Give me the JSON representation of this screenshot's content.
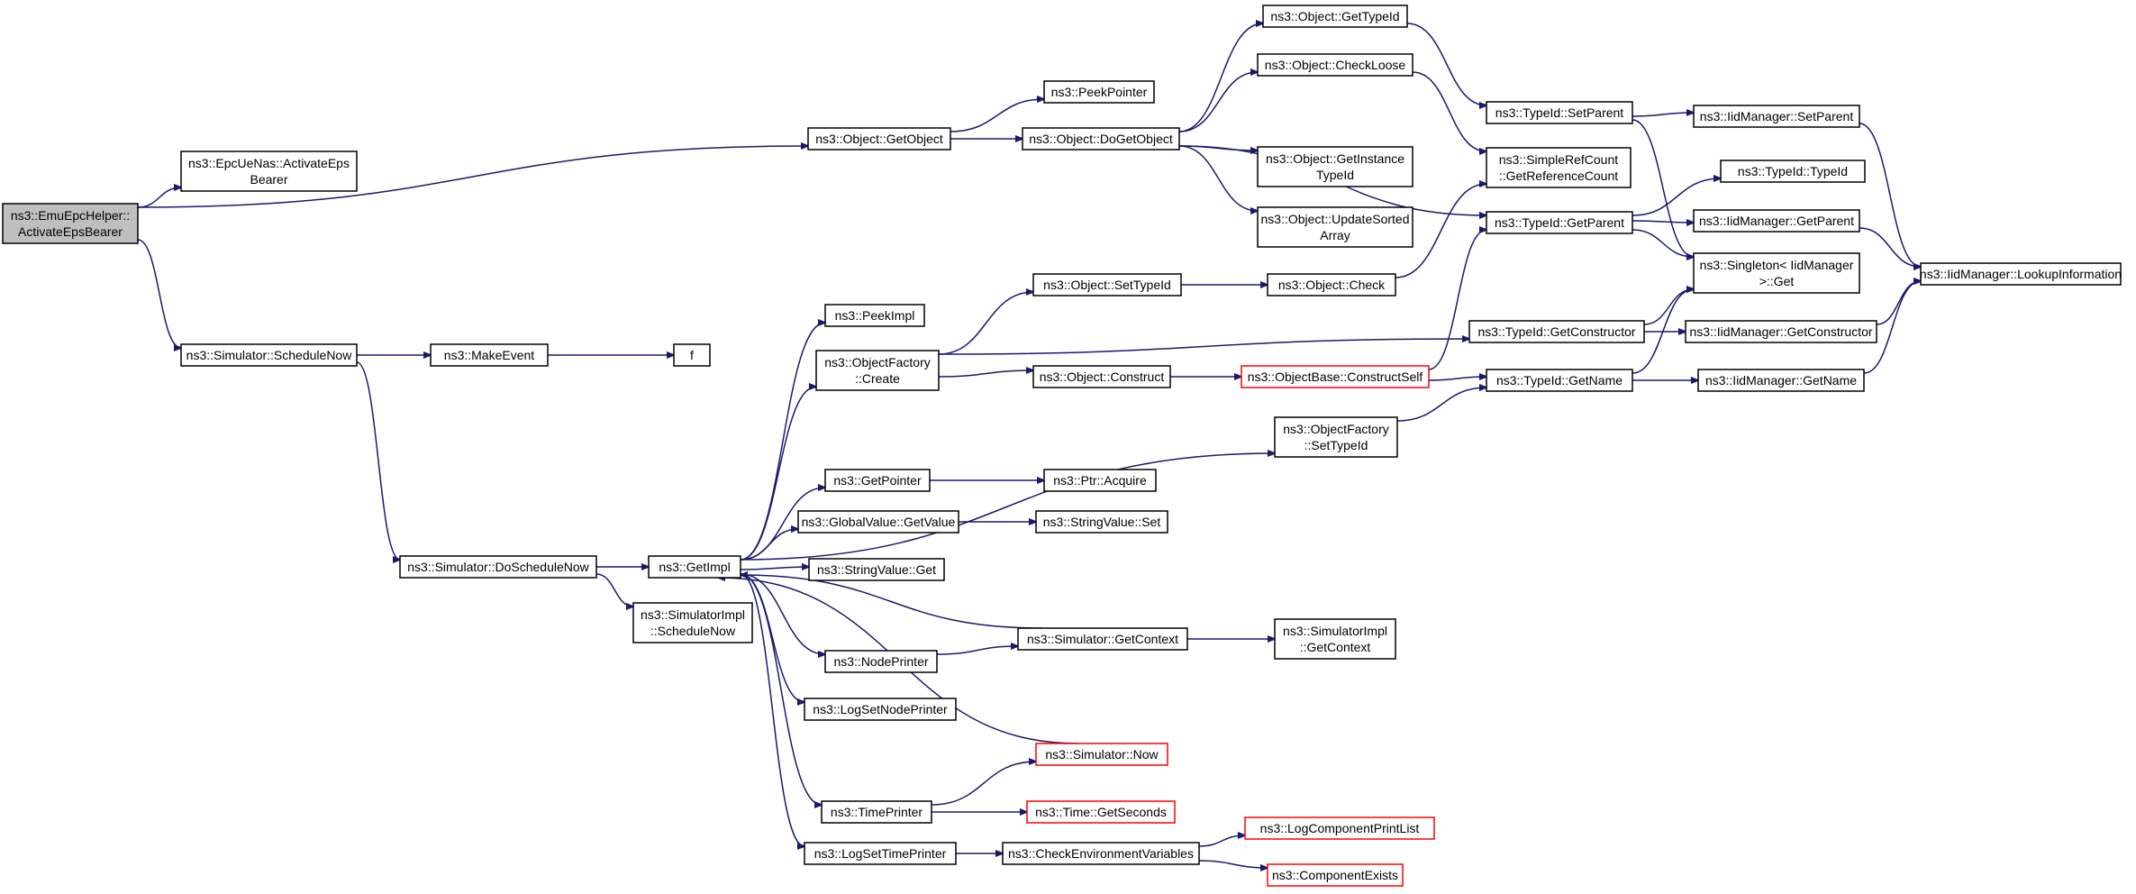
{
  "diagram": {
    "type": "call-graph",
    "colors": {
      "edge": "#191970",
      "node_border": "#000000",
      "truncated_border": "#ff0000",
      "root_fill": "#bfbfbf"
    },
    "nodes": [
      {
        "id": "root",
        "lines": [
          "ns3::EmuEpcHelper::",
          "ActivateEpsBearer"
        ],
        "style": "root"
      },
      {
        "id": "epcUeNas",
        "lines": [
          "ns3::EpcUeNas::ActivateEps",
          "Bearer"
        ]
      },
      {
        "id": "schedNow",
        "lines": [
          "ns3::Simulator::ScheduleNow"
        ]
      },
      {
        "id": "makeEvent",
        "lines": [
          "ns3::MakeEvent"
        ]
      },
      {
        "id": "f",
        "lines": [
          "f"
        ]
      },
      {
        "id": "doSched",
        "lines": [
          "ns3::Simulator::DoScheduleNow"
        ]
      },
      {
        "id": "getImpl",
        "lines": [
          "ns3::GetImpl"
        ]
      },
      {
        "id": "simImplSched",
        "lines": [
          "ns3::SimulatorImpl",
          "::ScheduleNow"
        ]
      },
      {
        "id": "getObject",
        "lines": [
          "ns3::Object::GetObject"
        ]
      },
      {
        "id": "peekPointer",
        "lines": [
          "ns3::PeekPointer"
        ]
      },
      {
        "id": "doGetObject",
        "lines": [
          "ns3::Object::DoGetObject"
        ]
      },
      {
        "id": "objGetTypeId",
        "lines": [
          "ns3::Object::GetTypeId"
        ]
      },
      {
        "id": "checkLoose",
        "lines": [
          "ns3::Object::CheckLoose"
        ]
      },
      {
        "id": "getInstTypeId",
        "lines": [
          "ns3::Object::GetInstance",
          "TypeId"
        ]
      },
      {
        "id": "updSorted",
        "lines": [
          "ns3::Object::UpdateSorted",
          "Array"
        ]
      },
      {
        "id": "tidSetParent",
        "lines": [
          "ns3::TypeId::SetParent"
        ]
      },
      {
        "id": "srcGetRef",
        "lines": [
          "ns3::SimpleRefCount",
          "::GetReferenceCount"
        ]
      },
      {
        "id": "tidGetParent",
        "lines": [
          "ns3::TypeId::GetParent"
        ]
      },
      {
        "id": "iidSetParent",
        "lines": [
          "ns3::IidManager::SetParent"
        ]
      },
      {
        "id": "tidTypeId",
        "lines": [
          "ns3::TypeId::TypeId"
        ]
      },
      {
        "id": "iidGetParent",
        "lines": [
          "ns3::IidManager::GetParent"
        ]
      },
      {
        "id": "singleton",
        "lines": [
          "ns3::Singleton< IidManager",
          ">::Get"
        ]
      },
      {
        "id": "iidLookup",
        "lines": [
          "ns3::IidManager::LookupInformation"
        ]
      },
      {
        "id": "peekImpl",
        "lines": [
          "ns3::PeekImpl"
        ]
      },
      {
        "id": "objFactCreate",
        "lines": [
          "ns3::ObjectFactory",
          "::Create"
        ]
      },
      {
        "id": "objSetTypeId",
        "lines": [
          "ns3::Object::SetTypeId"
        ]
      },
      {
        "id": "objCheck",
        "lines": [
          "ns3::Object::Check"
        ]
      },
      {
        "id": "tidGetCtor",
        "lines": [
          "ns3::TypeId::GetConstructor"
        ]
      },
      {
        "id": "iidGetCtor",
        "lines": [
          "ns3::IidManager::GetConstructor"
        ]
      },
      {
        "id": "objConstruct",
        "lines": [
          "ns3::Object::Construct"
        ]
      },
      {
        "id": "objBaseCS",
        "lines": [
          "ns3::ObjectBase::ConstructSelf"
        ],
        "style": "trunc"
      },
      {
        "id": "tidGetName",
        "lines": [
          "ns3::TypeId::GetName"
        ]
      },
      {
        "id": "iidGetName",
        "lines": [
          "ns3::IidManager::GetName"
        ]
      },
      {
        "id": "objFactSetTid",
        "lines": [
          "ns3::ObjectFactory",
          "::SetTypeId"
        ]
      },
      {
        "id": "getPointer",
        "lines": [
          "ns3::GetPointer"
        ]
      },
      {
        "id": "ptrAcquire",
        "lines": [
          "ns3::Ptr::Acquire"
        ]
      },
      {
        "id": "gvGetValue",
        "lines": [
          "ns3::GlobalValue::GetValue"
        ]
      },
      {
        "id": "svSet",
        "lines": [
          "ns3::StringValue::Set"
        ]
      },
      {
        "id": "svGet",
        "lines": [
          "ns3::StringValue::Get"
        ]
      },
      {
        "id": "nodePrinter",
        "lines": [
          "ns3::NodePrinter"
        ]
      },
      {
        "id": "simGetContext",
        "lines": [
          "ns3::Simulator::GetContext"
        ]
      },
      {
        "id": "simImplGetCtx",
        "lines": [
          "ns3::SimulatorImpl",
          "::GetContext"
        ]
      },
      {
        "id": "logSetNode",
        "lines": [
          "ns3::LogSetNodePrinter"
        ]
      },
      {
        "id": "simNow",
        "lines": [
          "ns3::Simulator::Now"
        ],
        "style": "trunc"
      },
      {
        "id": "timePrinter",
        "lines": [
          "ns3::TimePrinter"
        ]
      },
      {
        "id": "timeGetSec",
        "lines": [
          "ns3::Time::GetSeconds"
        ],
        "style": "trunc"
      },
      {
        "id": "logSetTime",
        "lines": [
          "ns3::LogSetTimePrinter"
        ]
      },
      {
        "id": "checkEnv",
        "lines": [
          "ns3::CheckEnvironmentVariables"
        ]
      },
      {
        "id": "logCompPrint",
        "lines": [
          "ns3::LogComponentPrintList"
        ],
        "style": "trunc"
      },
      {
        "id": "compExists",
        "lines": [
          "ns3::ComponentExists"
        ],
        "style": "trunc"
      }
    ],
    "edges": [
      [
        "root",
        "epcUeNas"
      ],
      [
        "root",
        "getObject"
      ],
      [
        "root",
        "schedNow"
      ],
      [
        "schedNow",
        "makeEvent"
      ],
      [
        "makeEvent",
        "f"
      ],
      [
        "schedNow",
        "doSched"
      ],
      [
        "doSched",
        "getImpl"
      ],
      [
        "doSched",
        "simImplSched"
      ],
      [
        "getObject",
        "peekPointer"
      ],
      [
        "getObject",
        "doGetObject"
      ],
      [
        "doGetObject",
        "objGetTypeId"
      ],
      [
        "doGetObject",
        "checkLoose"
      ],
      [
        "doGetObject",
        "getInstTypeId"
      ],
      [
        "doGetObject",
        "updSorted"
      ],
      [
        "doGetObject",
        "tidGetParent"
      ],
      [
        "objGetTypeId",
        "tidSetParent"
      ],
      [
        "checkLoose",
        "srcGetRef"
      ],
      [
        "tidSetParent",
        "iidSetParent"
      ],
      [
        "tidSetParent",
        "singleton"
      ],
      [
        "iidSetParent",
        "iidLookup"
      ],
      [
        "tidGetParent",
        "tidTypeId"
      ],
      [
        "tidGetParent",
        "iidGetParent"
      ],
      [
        "tidGetParent",
        "singleton"
      ],
      [
        "iidGetParent",
        "iidLookup"
      ],
      [
        "getImpl",
        "peekImpl"
      ],
      [
        "getImpl",
        "objFactCreate"
      ],
      [
        "getImpl",
        "objFactSetTid"
      ],
      [
        "getImpl",
        "getPointer"
      ],
      [
        "getImpl",
        "gvGetValue"
      ],
      [
        "getImpl",
        "svGet"
      ],
      [
        "getImpl",
        "nodePrinter"
      ],
      [
        "getImpl",
        "logSetNode"
      ],
      [
        "getImpl",
        "timePrinter"
      ],
      [
        "getImpl",
        "logSetTime"
      ],
      [
        "objFactCreate",
        "objSetTypeId"
      ],
      [
        "objFactCreate",
        "tidGetCtor"
      ],
      [
        "objFactCreate",
        "objConstruct"
      ],
      [
        "objSetTypeId",
        "objCheck"
      ],
      [
        "objCheck",
        "srcGetRef"
      ],
      [
        "tidGetCtor",
        "singleton"
      ],
      [
        "tidGetCtor",
        "iidGetCtor"
      ],
      [
        "iidGetCtor",
        "iidLookup"
      ],
      [
        "objConstruct",
        "objBaseCS"
      ],
      [
        "objBaseCS",
        "tidGetParent"
      ],
      [
        "objBaseCS",
        "tidGetName"
      ],
      [
        "tidGetName",
        "singleton"
      ],
      [
        "tidGetName",
        "iidGetName"
      ],
      [
        "iidGetName",
        "iidLookup"
      ],
      [
        "objFactSetTid",
        "tidGetName"
      ],
      [
        "getPointer",
        "ptrAcquire"
      ],
      [
        "gvGetValue",
        "svSet"
      ],
      [
        "nodePrinter",
        "simGetContext"
      ],
      [
        "simGetContext",
        "getImpl"
      ],
      [
        "simGetContext",
        "simImplGetCtx"
      ],
      [
        "timePrinter",
        "simNow"
      ],
      [
        "timePrinter",
        "timeGetSec"
      ],
      [
        "simNow",
        "getImpl"
      ],
      [
        "logSetTime",
        "checkEnv"
      ],
      [
        "checkEnv",
        "logCompPrint"
      ],
      [
        "checkEnv",
        "compExists"
      ]
    ]
  }
}
